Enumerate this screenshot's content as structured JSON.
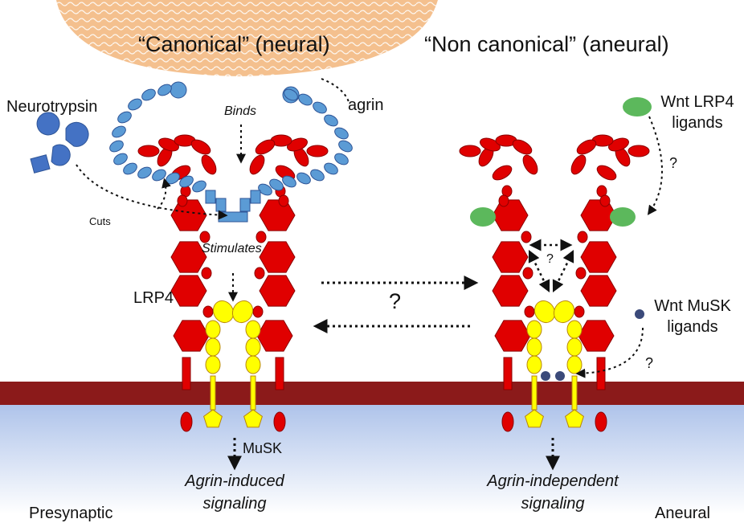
{
  "titles": {
    "canonical": "“Canonical” (neural)",
    "non_canonical": "“Non canonical” (aneural)"
  },
  "labels": {
    "neurotrypsin": "Neurotrypsin",
    "agrin": "agrin",
    "binds": "Binds",
    "cuts": "Cuts",
    "stimulates": "Stimulates",
    "lrp4": "LRP4",
    "musk": "MuSK",
    "center_question": "?",
    "inner_question": "?",
    "wnt_lrp4_question": "?",
    "wnt_musk_question": "?",
    "wnt_lrp4_line1": "Wnt LRP4",
    "wnt_lrp4_line2": "ligands",
    "wnt_musk_line1": "Wnt MuSK",
    "wnt_musk_line2": "ligands",
    "left_output_line1": "Agrin-induced",
    "left_output_line2": "signaling",
    "right_output_line1": "Agrin-independent",
    "right_output_line2": "signaling",
    "cut_off_left": "Presynaptic",
    "cut_off_right": "Aneural"
  },
  "colors": {
    "nerve_terminal": "#f4c08e",
    "agrin_blue": "#5b9bd5",
    "agrin_stroke": "#2f5597",
    "lrp4_red": "#e00000",
    "lrp4_stroke": "#8b0000",
    "musk_yellow": "#ffff00",
    "membrane": "#8b1a1a",
    "cytoplasm_gradient_end": "#aec3ea",
    "wnt_green": "#5cb85c",
    "wnt_musk_dot": "#3b4a7a"
  }
}
